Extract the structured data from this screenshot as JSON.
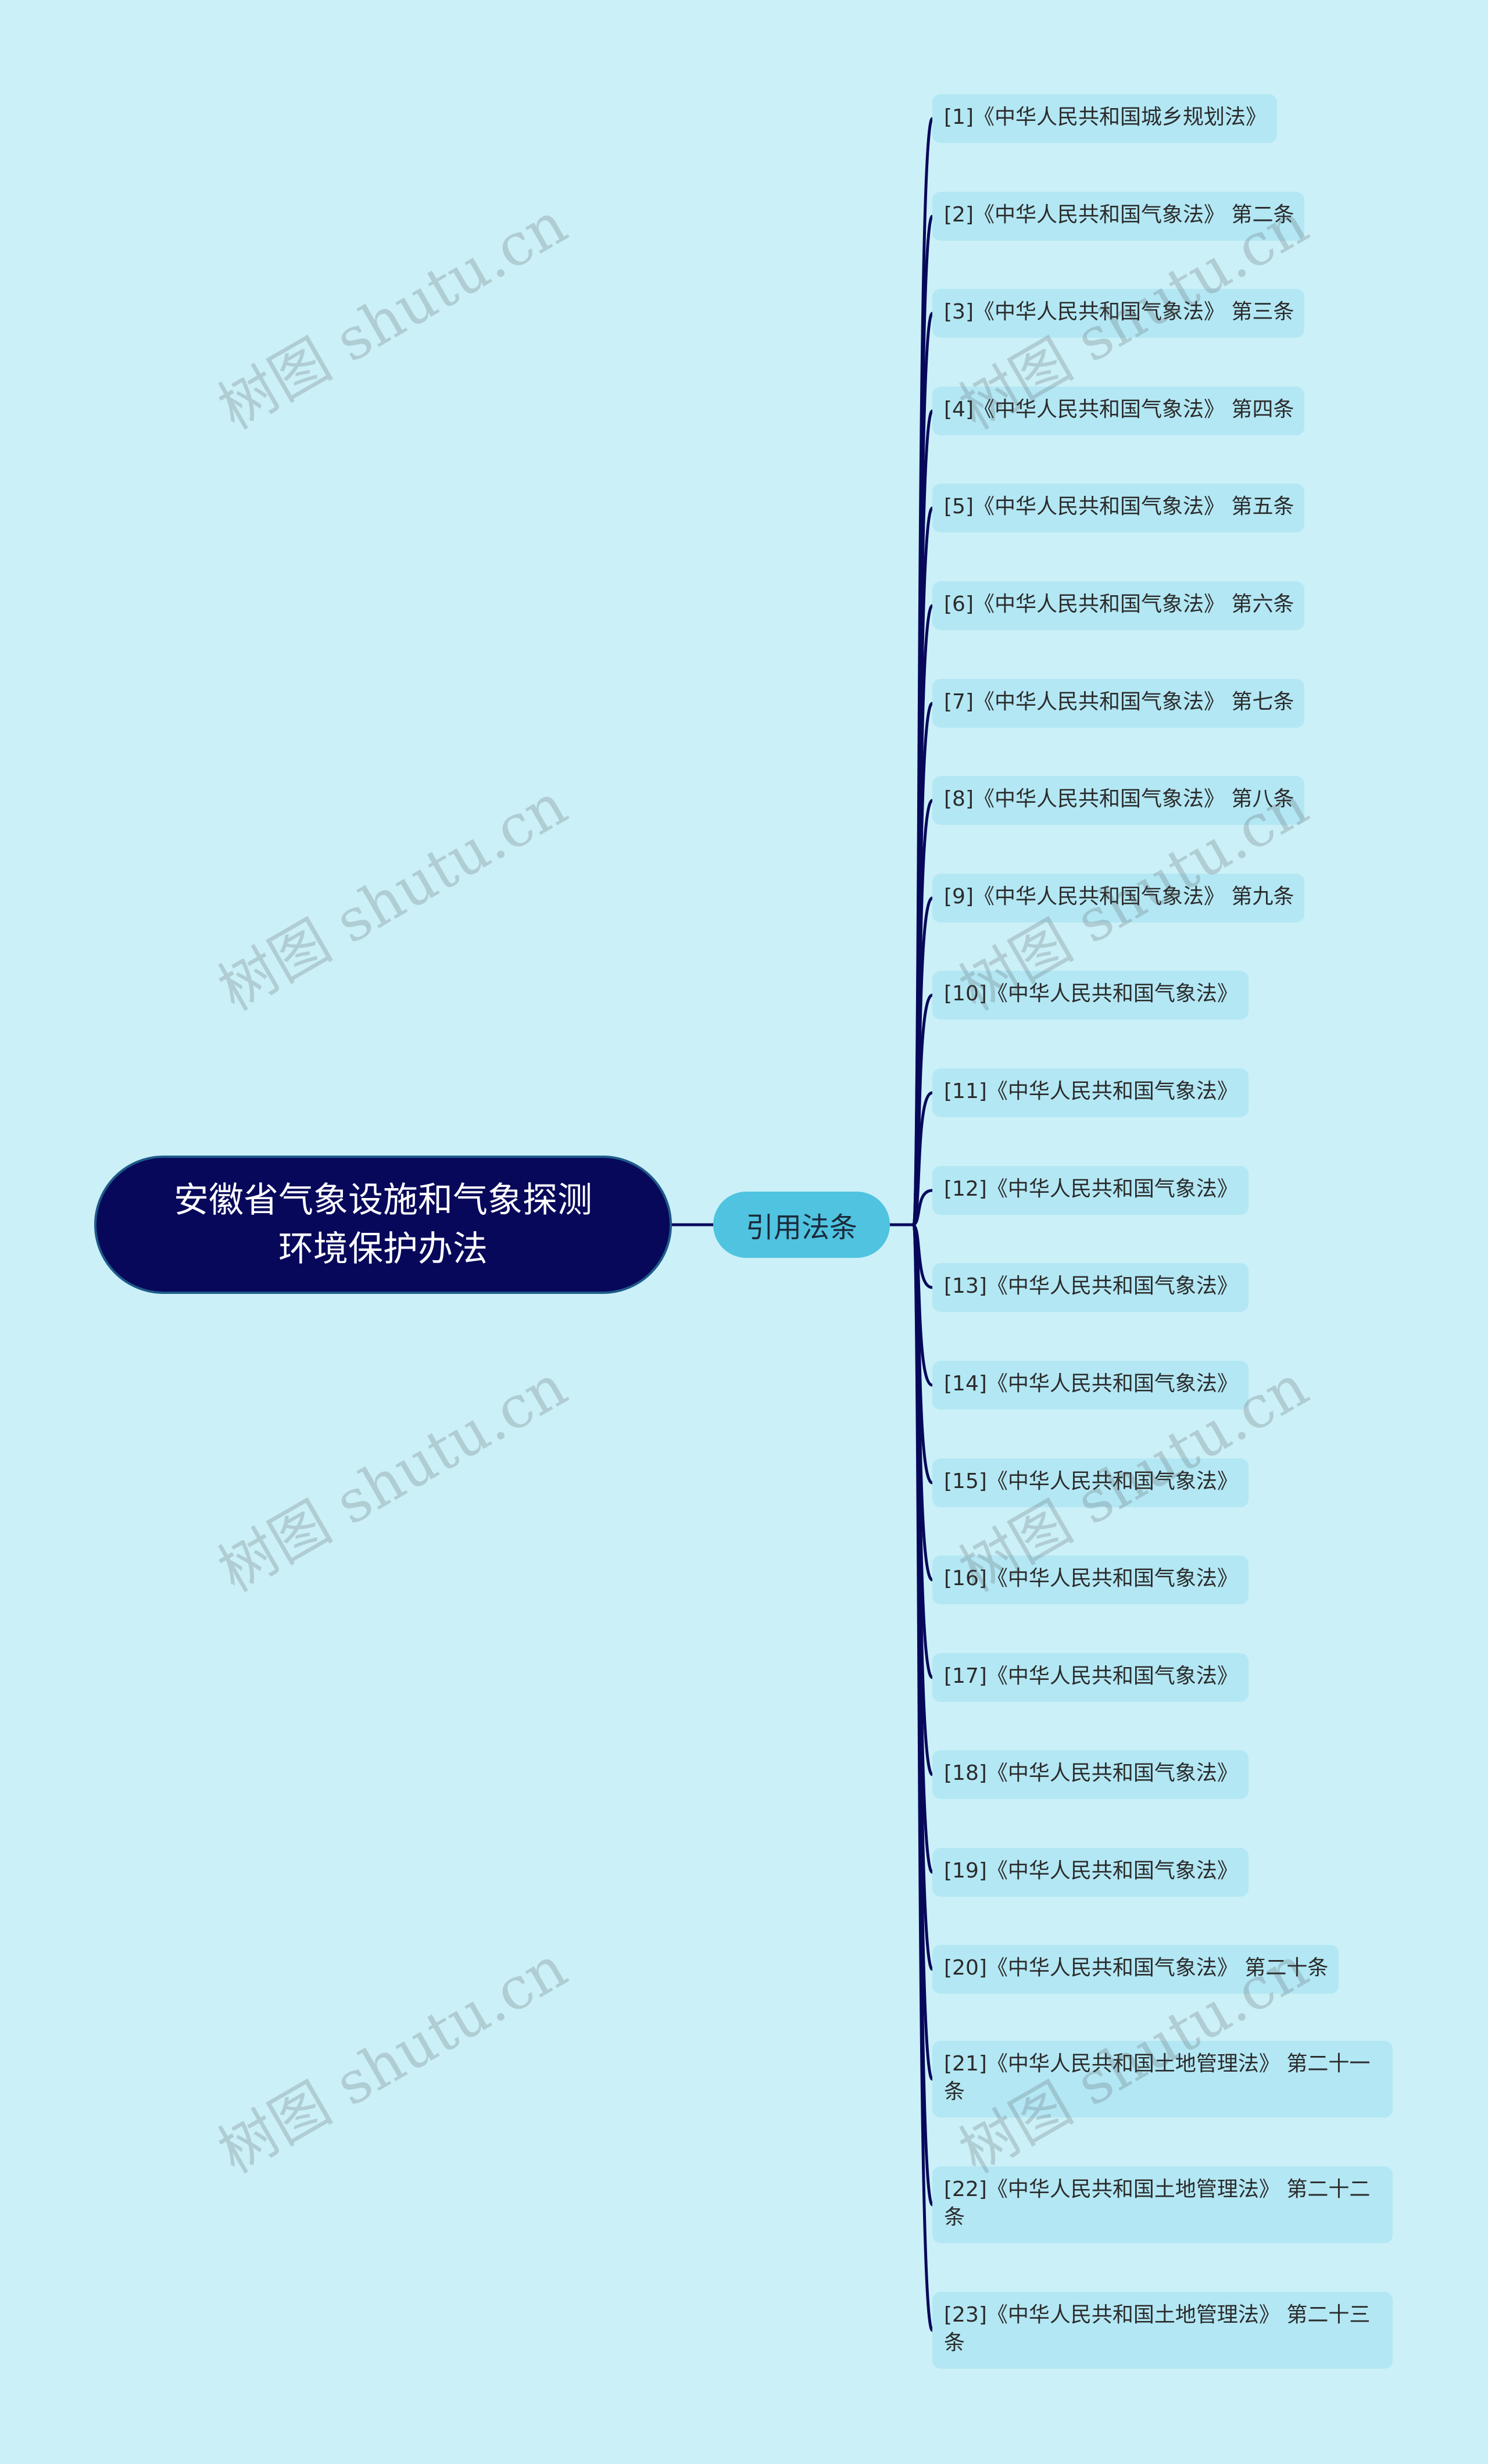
{
  "root": {
    "label": "安徽省气象设施和气象探测环境保护办法"
  },
  "branch": {
    "label": "引用法条"
  },
  "leaves": [
    "[1]《中华人民共和国城乡规划法》",
    "[2]《中华人民共和国气象法》 第二条",
    "[3]《中华人民共和国气象法》 第三条",
    "[4]《中华人民共和国气象法》 第四条",
    "[5]《中华人民共和国气象法》 第五条",
    "[6]《中华人民共和国气象法》 第六条",
    "[7]《中华人民共和国气象法》 第七条",
    "[8]《中华人民共和国气象法》 第八条",
    "[9]《中华人民共和国气象法》 第九条",
    "[10]《中华人民共和国气象法》",
    "[11]《中华人民共和国气象法》",
    "[12]《中华人民共和国气象法》",
    "[13]《中华人民共和国气象法》",
    "[14]《中华人民共和国气象法》",
    "[15]《中华人民共和国气象法》",
    "[16]《中华人民共和国气象法》",
    "[17]《中华人民共和国气象法》",
    "[18]《中华人民共和国气象法》",
    "[19]《中华人民共和国气象法》",
    "[20]《中华人民共和国气象法》 第二十条",
    "[21]《中华人民共和国土地管理法》 第二十一条",
    "[22]《中华人民共和国土地管理法》 第二十二条",
    "[23]《中华人民共和国土地管理法》 第二十三条"
  ],
  "watermark": "树图 shutu.cn",
  "colors": {
    "background": "#cbf0f8",
    "root": "#07085a",
    "branch": "#4fc3e0",
    "leaf": "#b3e7f4",
    "line": "#07085a"
  }
}
